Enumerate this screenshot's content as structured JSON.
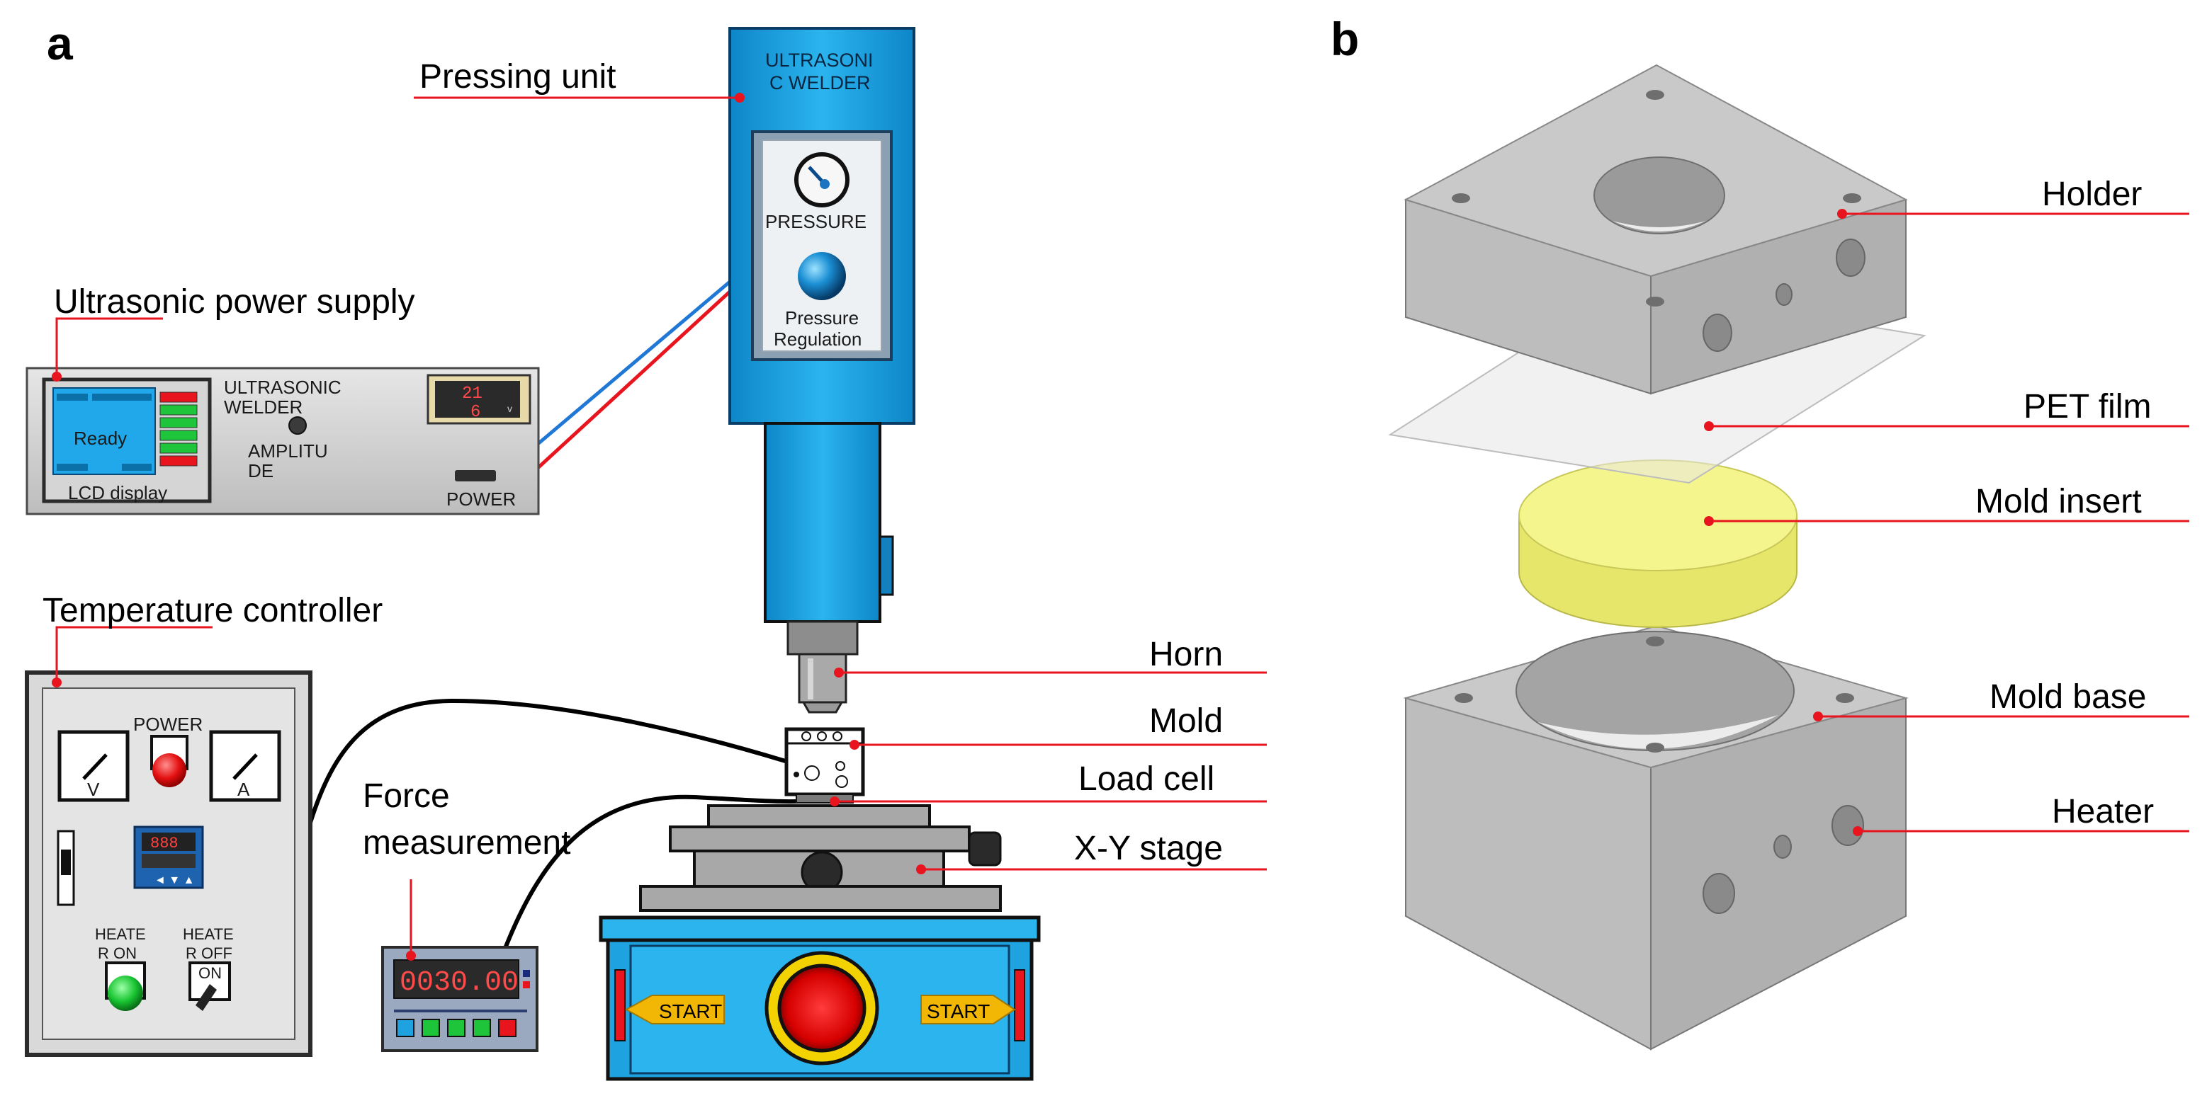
{
  "panels": {
    "a": "a",
    "b": "b"
  },
  "labels_a": {
    "pressing_unit": "Pressing unit",
    "ultrasonic_power_supply": "Ultrasonic power supply",
    "temperature_controller": "Temperature controller",
    "force_measurement_1": "Force",
    "force_measurement_2": "measurement",
    "horn": "Horn",
    "mold": "Mold",
    "load_cell": "Load cell",
    "xy_stage": "X-Y stage"
  },
  "welder": {
    "title_1": "ULTRASONI",
    "title_2": "C WELDER",
    "pressure": "PRESSURE",
    "regulation_1": "Pressure",
    "regulation_2": "Regulation"
  },
  "power_supply": {
    "screen_text": "Ready",
    "lcd_caption": "LCD display",
    "name_1": "ULTRASONIC",
    "name_2": "WELDER",
    "amplitude_1": "AMPLITU",
    "amplitude_2": "DE",
    "readout_1": "21",
    "readout_2": "6",
    "readout_unit": "v",
    "power_label": "POWER"
  },
  "temperature_controller": {
    "power_label": "POWER",
    "volt_label": "V",
    "amp_label": "A",
    "heater_on_1": "HEATE",
    "heater_on_2": "R ON",
    "heater_off_1": "HEATE",
    "heater_off_2": "R OFF",
    "switch_label": "ON",
    "pid_value": "888"
  },
  "force_gauge": {
    "reading": "0030.00"
  },
  "stage": {
    "start_left": "START",
    "start_right": "START"
  },
  "labels_b": {
    "holder": "Holder",
    "pet_film": "PET film",
    "mold_insert": "Mold insert",
    "mold_base": "Mold base",
    "heater": "Heater"
  },
  "colors": {
    "leader_line": "#e8141e",
    "welder_blue": "#1fa3e0",
    "metal_gray": "#a9a9a9",
    "insert_yellow": "#f2f27a",
    "device_gray": "#d3d3d3"
  }
}
